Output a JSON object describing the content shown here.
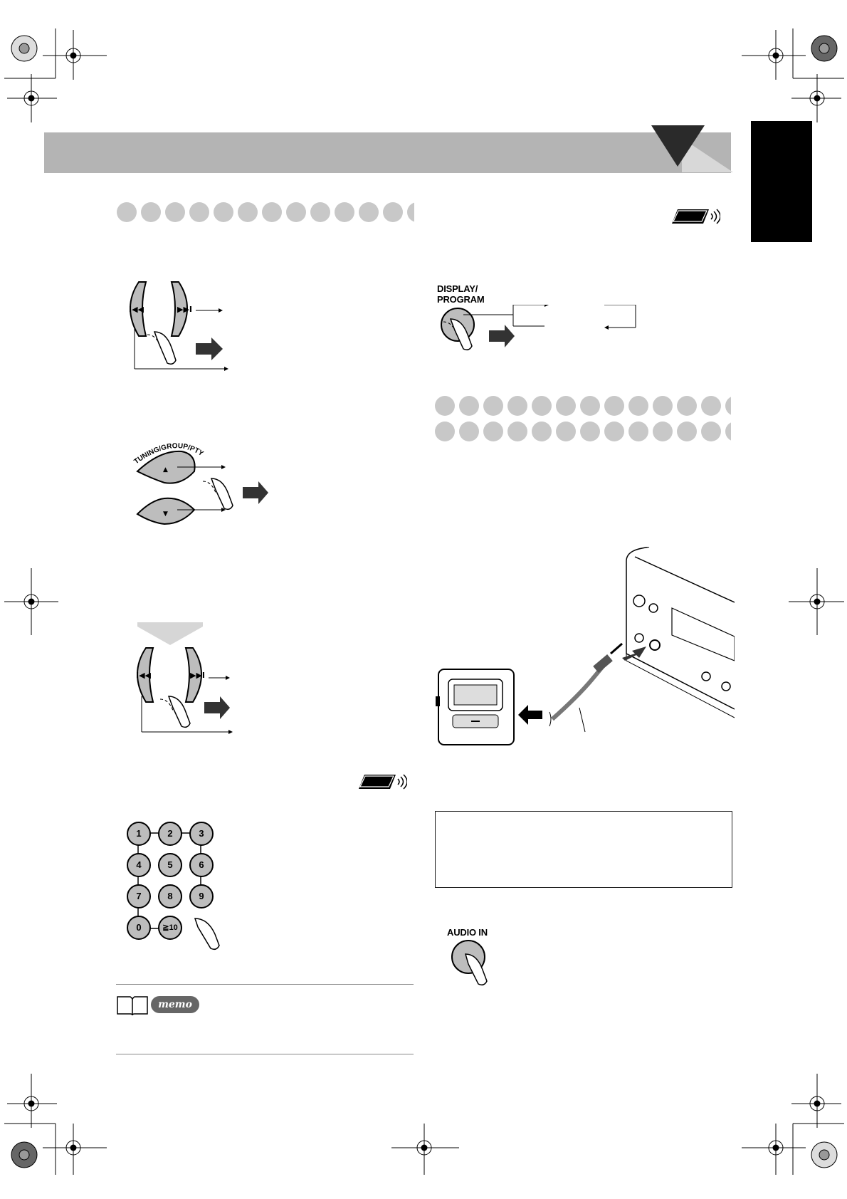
{
  "labels": {
    "display_program": "DISPLAY/\nPROGRAM",
    "tuning_group_pty": "TUNING/GROUP/PTY",
    "audio_in": "AUDIO IN",
    "memo": "memo"
  },
  "numeric_keys": [
    "1",
    "2",
    "3",
    "4",
    "5",
    "6",
    "7",
    "8",
    "9",
    "0",
    "≧10"
  ],
  "colors": {
    "header_band": "#b4b4b4",
    "dot": "#c8c8c8",
    "button": "#bdbdbd"
  }
}
